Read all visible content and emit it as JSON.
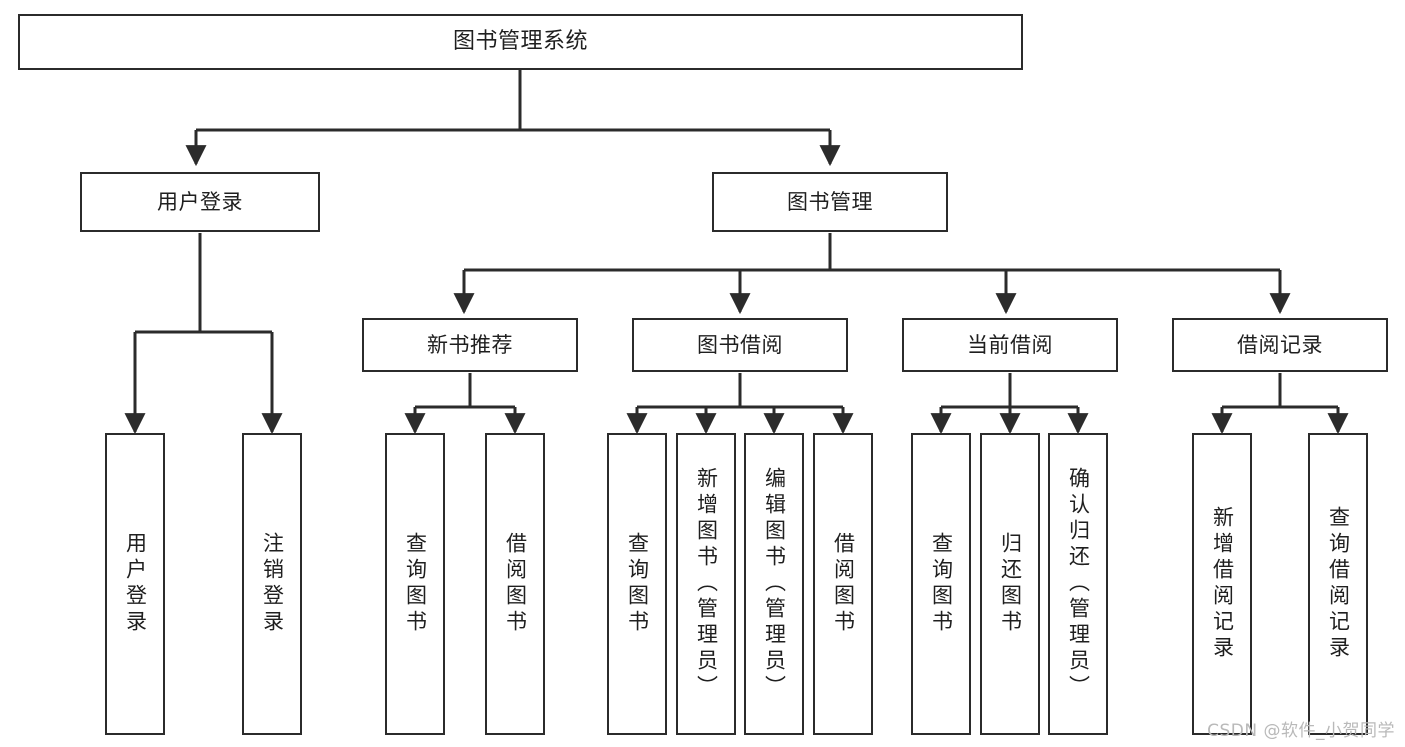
{
  "diagram": {
    "type": "hierarchy-tree",
    "title": "图书管理系统",
    "watermark": "CSDN @软件_小贺同学",
    "colors": {
      "stroke": "#2b2b2b",
      "fill": "#ffffff",
      "text": "#1f1f1f",
      "watermark": "#b9b9b9"
    },
    "nodes": {
      "root": {
        "label": "图书管理系统"
      },
      "level2": [
        {
          "id": "user-login",
          "label": "用户登录"
        },
        {
          "id": "book-manage",
          "label": "图书管理"
        }
      ],
      "level3": [
        {
          "id": "new-book-recommend",
          "label": "新书推荐"
        },
        {
          "id": "book-borrow",
          "label": "图书借阅"
        },
        {
          "id": "current-borrow",
          "label": "当前借阅"
        },
        {
          "id": "borrow-record",
          "label": "借阅记录"
        }
      ],
      "leaves": {
        "user-login": [
          {
            "id": "leaf-user-login",
            "label": "用户登录"
          },
          {
            "id": "leaf-logout-login",
            "label": "注销登录"
          }
        ],
        "new-book-recommend": [
          {
            "id": "leaf-query-book-1",
            "label": "查询图书"
          },
          {
            "id": "leaf-borrow-book-1",
            "label": "借阅图书"
          }
        ],
        "book-borrow": [
          {
            "id": "leaf-query-book-2",
            "label": "查询图书"
          },
          {
            "id": "leaf-add-book",
            "label": "新增图书（管理员）"
          },
          {
            "id": "leaf-edit-book",
            "label": "编辑图书（管理员）"
          },
          {
            "id": "leaf-borrow-book-2",
            "label": "借阅图书"
          }
        ],
        "current-borrow": [
          {
            "id": "leaf-query-book-3",
            "label": "查询图书"
          },
          {
            "id": "leaf-return-book",
            "label": "归还图书"
          },
          {
            "id": "leaf-confirm-return",
            "label": "确认归还（管理员）"
          }
        ],
        "borrow-record": [
          {
            "id": "leaf-add-record",
            "label": "新增借阅记录"
          },
          {
            "id": "leaf-query-record",
            "label": "查询借阅记录"
          }
        ]
      }
    }
  }
}
